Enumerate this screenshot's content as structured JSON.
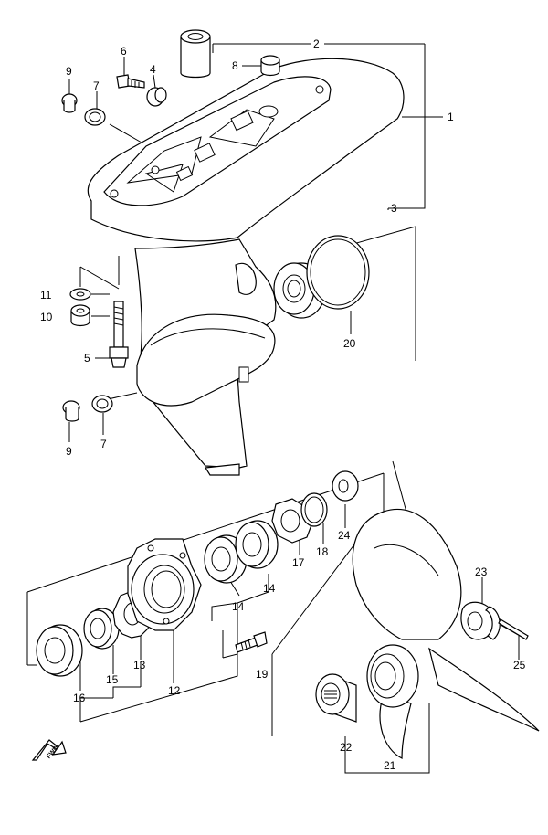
{
  "callouts": {
    "c1": "1",
    "c2": "2",
    "c3": "3",
    "c4": "4",
    "c5": "5",
    "c6": "6",
    "c7a": "7",
    "c7b": "7",
    "c8": "8",
    "c9a": "9",
    "c9b": "9",
    "c10": "10",
    "c11": "11",
    "c12": "12",
    "c13": "13",
    "c14a": "14",
    "c14b": "14",
    "c15": "15",
    "c16": "16",
    "c17": "17",
    "c18": "18",
    "c19": "19",
    "c20": "20",
    "c21": "21",
    "c22": "22",
    "c23": "23",
    "c24": "24",
    "c25": "25"
  },
  "fwd_label": "FWD"
}
